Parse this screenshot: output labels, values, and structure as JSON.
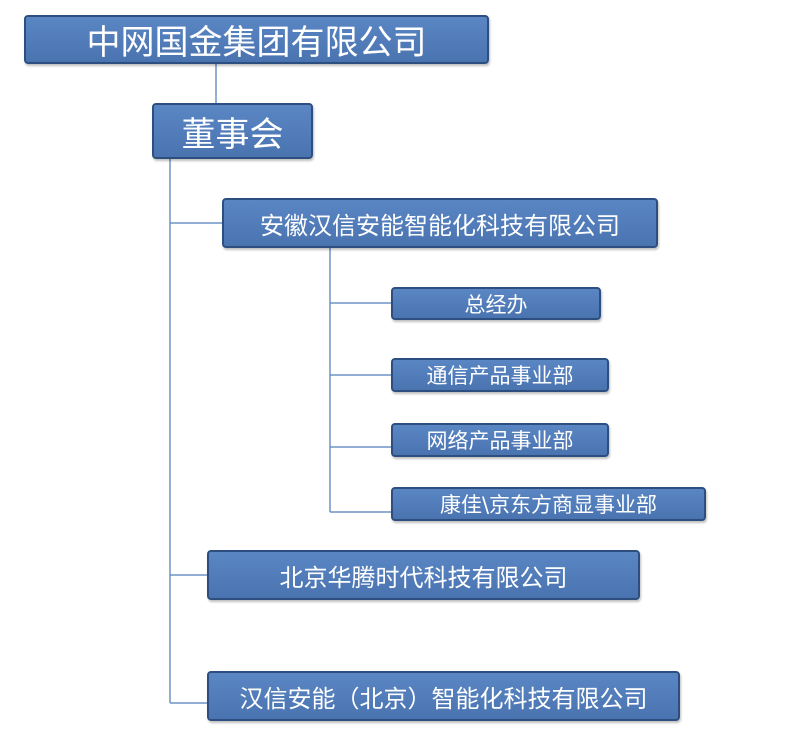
{
  "diagram": {
    "nodes": {
      "root": "中网国金集团有限公司",
      "board": "董事会",
      "anhui": "安徽汉信安能智能化科技有限公司",
      "zjb": "总经办",
      "txcp": "通信产品事业部",
      "wlcp": "网络产品事业部",
      "kangjia": "康佳\\京东方商显事业部",
      "beijing": "北京华腾时代科技有限公司",
      "hanxin": "汉信安能（北京）智能化科技有限公司"
    },
    "edges": [
      [
        "root",
        "board"
      ],
      [
        "board",
        "anhui"
      ],
      [
        "board",
        "beijing"
      ],
      [
        "board",
        "hanxin"
      ],
      [
        "anhui",
        "zjb"
      ],
      [
        "anhui",
        "txcp"
      ],
      [
        "anhui",
        "wlcp"
      ],
      [
        "anhui",
        "kangjia"
      ]
    ],
    "colors": {
      "node_fill": "#4f7bbb",
      "node_border": "#2d4f80",
      "node_text": "#ffffff",
      "connector": "#6f93c6"
    }
  }
}
